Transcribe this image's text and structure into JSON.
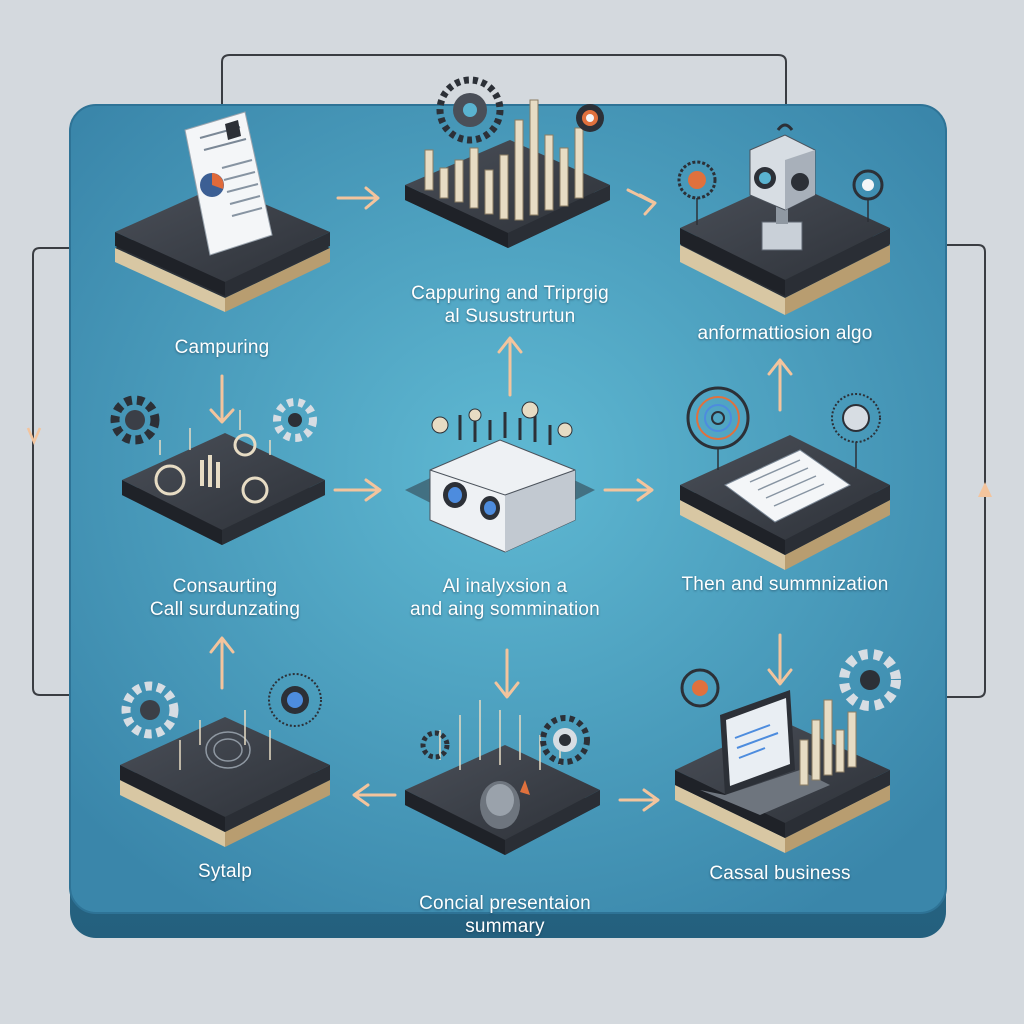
{
  "colors": {
    "background": "#d4d9de",
    "board_top": "#3f8fb3",
    "board_center": "#5ab3d0",
    "board_edge": "#2c6d8e",
    "arrow": "#f3c49d",
    "loop_line": "#3a3d42",
    "platform_top": "#3b3f47",
    "platform_side": "#24272d",
    "book_pages": "#d8c7a3"
  },
  "steps": [
    {
      "id": "step-1",
      "icon": "document-icon",
      "lines": [
        "Campuring"
      ]
    },
    {
      "id": "step-2",
      "icon": "bar-chart-icon",
      "lines": [
        "Cappuring and Triprgig",
        "al Susustrurtun"
      ]
    },
    {
      "id": "step-3",
      "icon": "robot-camera-icon",
      "lines": [
        "anformattiosion algo"
      ]
    },
    {
      "id": "step-4",
      "icon": "gear-cluster-icon",
      "lines": [
        "Consaurting",
        "Call surdunzating"
      ]
    },
    {
      "id": "step-5",
      "icon": "ai-robot-icon",
      "lines": [
        "Al inalyxsion a",
        "and aing sommination"
      ]
    },
    {
      "id": "step-6",
      "icon": "summary-document-icon",
      "lines": [
        "Then and summnization"
      ]
    },
    {
      "id": "step-7",
      "icon": "fingerprint-icon",
      "lines": [
        "Sytalp"
      ]
    },
    {
      "id": "step-8",
      "icon": "microphone-icon",
      "lines": [
        "Concial presentaion",
        "summary"
      ]
    },
    {
      "id": "step-9",
      "icon": "laptop-chart-icon",
      "lines": [
        "Cassal business"
      ]
    }
  ]
}
